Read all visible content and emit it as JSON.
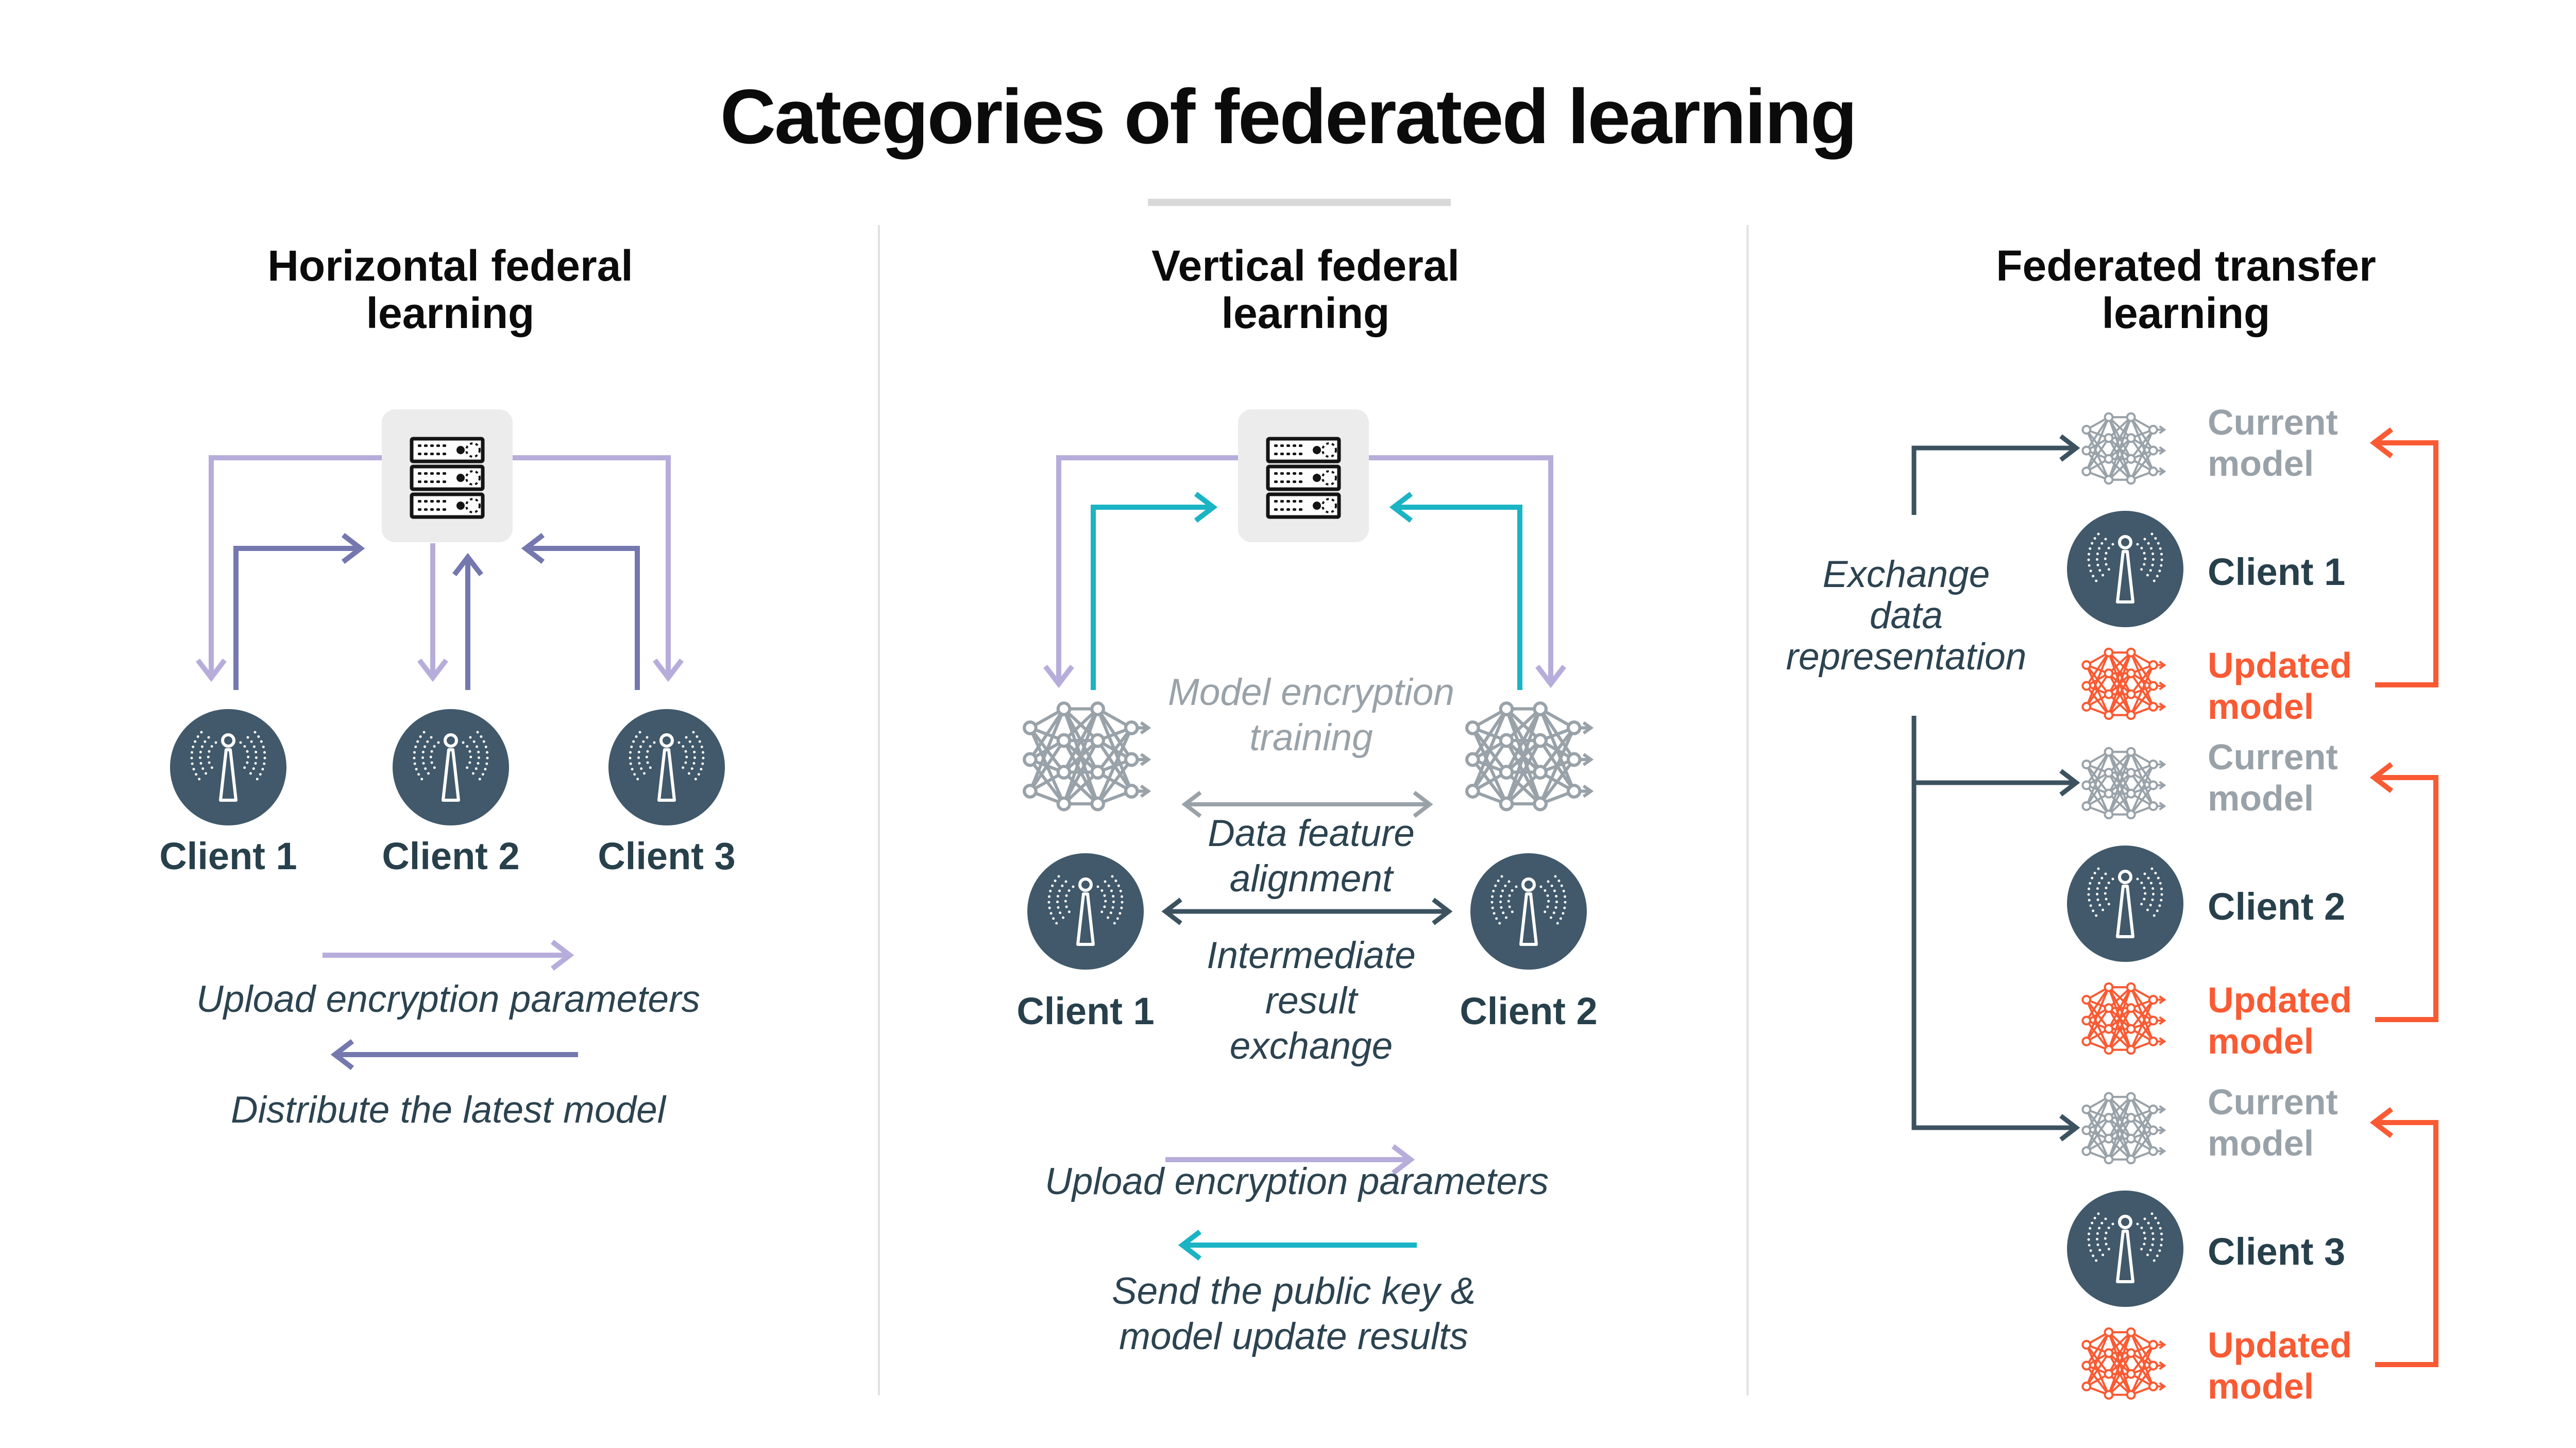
{
  "title": "Categories of federated learning",
  "colors": {
    "lavender": "#b7addb",
    "slate_purple": "#7478ae",
    "teal": "#1ab4c4",
    "orange": "#fa5a33",
    "gray": "#9aa2a9",
    "dark_text": "#2c4350",
    "client_circle": "#41596a",
    "server_bg": "#ececec"
  },
  "panels": {
    "horizontal": {
      "heading": "Horizontal federal\nlearning",
      "clients": [
        "Client 1",
        "Client 2",
        "Client 3"
      ],
      "legend": {
        "upload": "Upload encryption parameters",
        "distribute": "Distribute the latest model"
      }
    },
    "vertical": {
      "heading": "Vertical federal\nlearning",
      "model_encryption": "Model encryption\ntraining",
      "data_feature": "Data feature\nalignment",
      "intermediate": "Intermediate\nresult\nexchange",
      "clients": [
        "Client 1",
        "Client 2"
      ],
      "legend": {
        "upload": "Upload encryption parameters",
        "send": "Send the public key &\nmodel update results"
      }
    },
    "transfer": {
      "heading": "Federated transfer\nlearning",
      "exchange": "Exchange\ndata\nrepresentation",
      "groups": [
        {
          "current": "Current\nmodel",
          "client": "Client 1",
          "updated": "Updated\nmodel"
        },
        {
          "current": "Current\nmodel",
          "client": "Client 2",
          "updated": "Updated\nmodel"
        },
        {
          "current": "Current\nmodel",
          "client": "Client 3",
          "updated": "Updated\nmodel"
        }
      ]
    }
  }
}
